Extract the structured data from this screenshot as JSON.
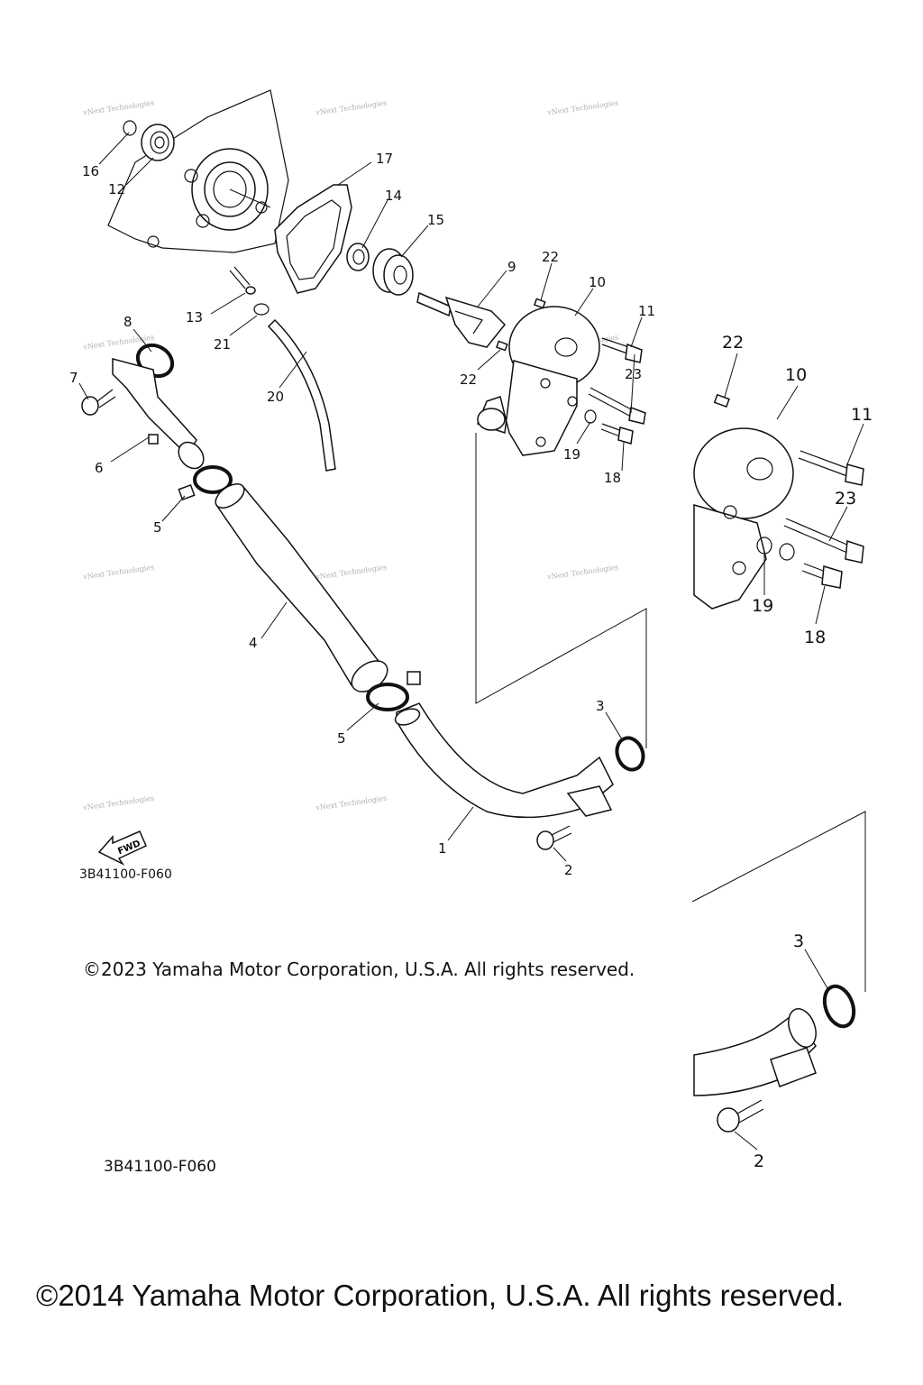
{
  "diagram": {
    "watermark_text": "vNext Technologies",
    "part_code_1": "3B41100-F060",
    "part_code_2": "3B41100-F060",
    "fwd_label": "FWD",
    "copyright_small": "©2023 Yamaha Motor Corporation, U.S.A. All rights reserved.",
    "copyright_large": "©2014 Yamaha Motor Corporation, U.S.A. All rights reserved.",
    "callouts": {
      "c1": "1",
      "c2": "2",
      "c3": "3",
      "c4": "4",
      "c5a": "5",
      "c5b": "5",
      "c6": "6",
      "c7": "7",
      "c8": "8",
      "c9": "9",
      "c10": "10",
      "c11": "11",
      "c12": "12",
      "c13": "13",
      "c14": "14",
      "c15": "15",
      "c16": "16",
      "c17": "17",
      "c18": "18",
      "c19": "19",
      "c20": "20",
      "c21": "21",
      "c22a": "22",
      "c22b": "22",
      "c23": "23"
    },
    "detail_callouts": {
      "d22": "22",
      "d10": "10",
      "d11": "11",
      "d23": "23",
      "d19": "19",
      "d18": "18",
      "d3": "3",
      "d2": "2"
    }
  }
}
